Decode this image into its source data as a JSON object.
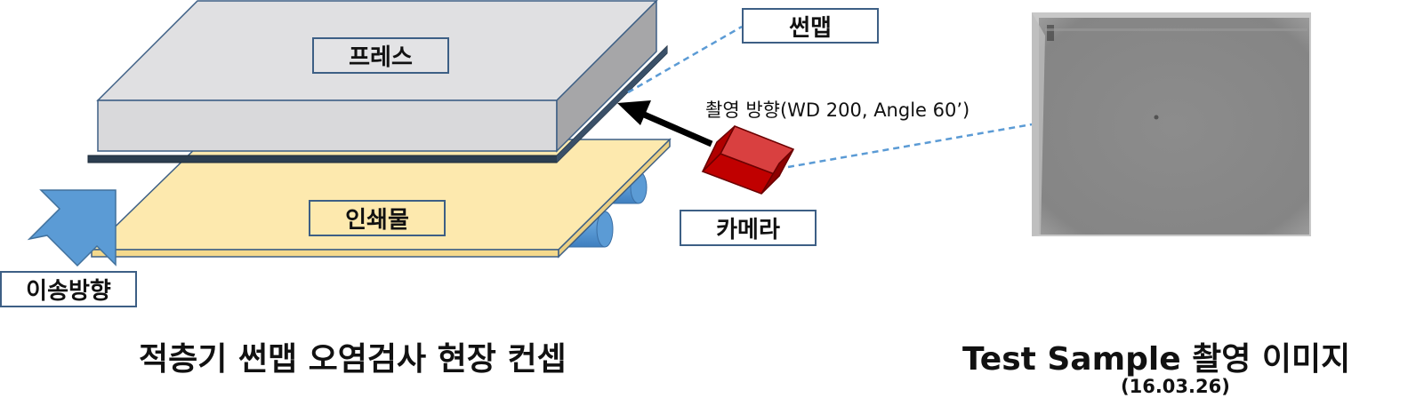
{
  "labels": {
    "press": "프레스",
    "sunmap": "썬맵",
    "print": "인쇄물",
    "camera": "카메라",
    "transfer_direction": "이송방향"
  },
  "shoot_direction": "촬영 방향(WD 200, Angle 60’)",
  "captions": {
    "left_title": "적층기 썬맵 오염검사 현장 컨셉",
    "right_title": "Test Sample 촬영 이미지",
    "right_date": "(16.03.26)"
  },
  "colors": {
    "press_top": "#e0e0e2",
    "press_front": "#d9d9db",
    "press_side": "#a6a6a8",
    "sunmap_layer": "#2c3e50",
    "print_sheet": "#fde9ae",
    "roller": "#5b9bd5",
    "arrow_blue": "#5b9bd5",
    "camera_red": "#c00000",
    "label_border": "#3d5f85",
    "dashed_line": "#5b9bd5",
    "sample_gray": "#8a8a8a"
  }
}
